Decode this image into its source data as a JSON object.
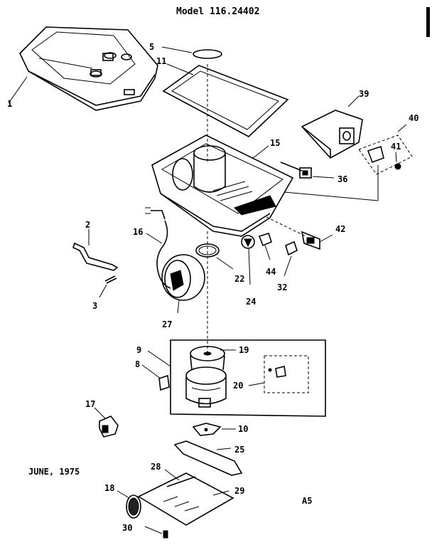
{
  "title": "Model 116.24402",
  "date": "JUNE, 1975",
  "page_code": "A5",
  "labels": {
    "l1": "1",
    "l2": "2",
    "l3": "3",
    "l5": "5",
    "l8": "8",
    "l9": "9",
    "l10": "10",
    "l11": "11",
    "l15": "15",
    "l16": "16",
    "l17": "17",
    "l18": "18",
    "l19": "19",
    "l20": "20",
    "l22": "22",
    "l24": "24",
    "l25": "25",
    "l27": "27",
    "l28": "28",
    "l29": "29",
    "l30": "30",
    "l32": "32",
    "l36": "36",
    "l39": "39",
    "l40": "40",
    "l41": "41",
    "l42": "42",
    "l44": "44"
  }
}
